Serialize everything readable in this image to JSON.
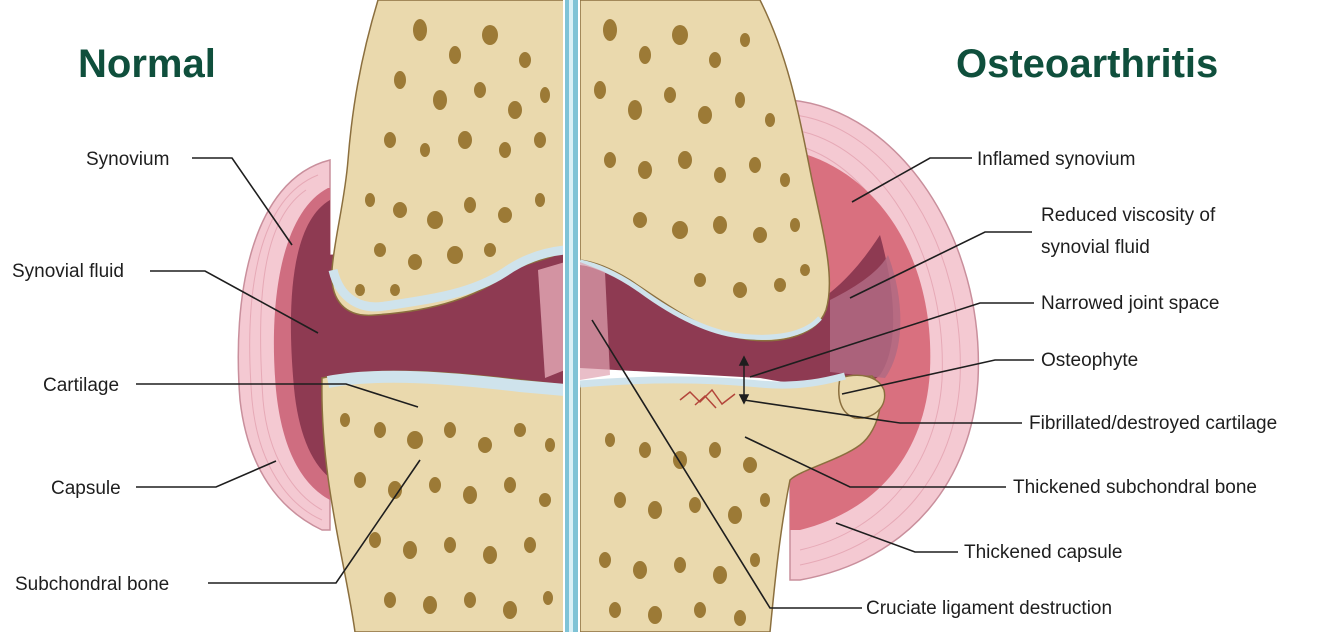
{
  "headings": {
    "left": "Normal",
    "right": "Osteoarthritis"
  },
  "labels": {
    "synovium": "Synovium",
    "synovial_fluid": "Synovial fluid",
    "cartilage": "Cartilage",
    "capsule": "Capsule",
    "subchondral_bone": "Subchondral bone",
    "inflamed_synovium": "Inflamed synovium",
    "reduced_viscosity_line1": "Reduced viscosity of",
    "reduced_viscosity_line2": "synovial fluid",
    "narrowed_joint_space": "Narrowed joint space",
    "osteophyte": "Osteophyte",
    "fibrillated_cartilage": "Fibrillated/destroyed cartilage",
    "thickened_subchondral_bone": "Thickened subchondral bone",
    "thickened_capsule": "Thickened capsule",
    "cruciate_ligament_destruction": "Cruciate ligament destruction"
  },
  "colors": {
    "heading": "#0f4f3c",
    "bone": "#ead9ad",
    "bone_pore": "#9c7a36",
    "cartilage": "#cfe3ec",
    "synovial_cavity": "#8e3a52",
    "capsule_normal": "#f4c9d2",
    "capsule_inflamed": "#d9707f",
    "divider": "#7fc3d6"
  }
}
